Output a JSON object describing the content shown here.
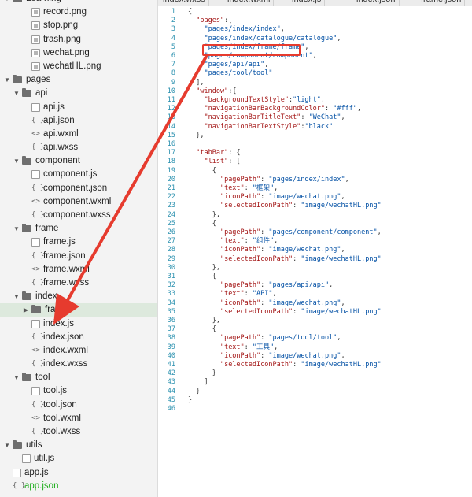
{
  "tabs": [
    "index.wxss",
    "index.wxml",
    "index.js",
    "index.json",
    "frame.json"
  ],
  "sidebar": {
    "items": [
      {
        "label": "Learning",
        "kind": "folder-root",
        "level": 0
      },
      {
        "label": "record.png",
        "kind": "image",
        "level": 2
      },
      {
        "label": "stop.png",
        "kind": "image",
        "level": 2
      },
      {
        "label": "trash.png",
        "kind": "image",
        "level": 2
      },
      {
        "label": "wechat.png",
        "kind": "image",
        "level": 2
      },
      {
        "label": "wechatHL.png",
        "kind": "image",
        "level": 2
      },
      {
        "label": "pages",
        "kind": "folder-open",
        "level": 0
      },
      {
        "label": "api",
        "kind": "folder-open",
        "level": 1
      },
      {
        "label": "api.js",
        "kind": "js",
        "level": 2
      },
      {
        "label": "api.json",
        "kind": "json",
        "level": 2
      },
      {
        "label": "api.wxml",
        "kind": "wxml",
        "level": 2
      },
      {
        "label": "api.wxss",
        "kind": "wxss",
        "level": 2
      },
      {
        "label": "component",
        "kind": "folder-open",
        "level": 1
      },
      {
        "label": "component.js",
        "kind": "js",
        "level": 2
      },
      {
        "label": "component.json",
        "kind": "json",
        "level": 2
      },
      {
        "label": "component.wxml",
        "kind": "wxml",
        "level": 2
      },
      {
        "label": "component.wxss",
        "kind": "wxss",
        "level": 2
      },
      {
        "label": "frame",
        "kind": "folder-open",
        "level": 1
      },
      {
        "label": "frame.js",
        "kind": "js",
        "level": 2
      },
      {
        "label": "frame.json",
        "kind": "json",
        "level": 2
      },
      {
        "label": "frame.wxml",
        "kind": "wxml",
        "level": 2
      },
      {
        "label": "frame.wxss",
        "kind": "wxss",
        "level": 2
      },
      {
        "label": "index",
        "kind": "folder-open",
        "level": 1
      },
      {
        "label": "frame",
        "kind": "folder-closed",
        "level": 2,
        "selected": true
      },
      {
        "label": "index.js",
        "kind": "js",
        "level": 2
      },
      {
        "label": "index.json",
        "kind": "json",
        "level": 2
      },
      {
        "label": "index.wxml",
        "kind": "wxml",
        "level": 2
      },
      {
        "label": "index.wxss",
        "kind": "wxss",
        "level": 2
      },
      {
        "label": "tool",
        "kind": "folder-open",
        "level": 1
      },
      {
        "label": "tool.js",
        "kind": "js",
        "level": 2
      },
      {
        "label": "tool.json",
        "kind": "json",
        "level": 2
      },
      {
        "label": "tool.wxml",
        "kind": "wxml",
        "level": 2
      },
      {
        "label": "tool.wxss",
        "kind": "wxss",
        "level": 2
      },
      {
        "label": "utils",
        "kind": "folder-open",
        "level": 0
      },
      {
        "label": "util.js",
        "kind": "js",
        "level": 1
      },
      {
        "label": "app.js",
        "kind": "js",
        "level": 0
      },
      {
        "label": "app.json",
        "kind": "json",
        "level": 0,
        "green": true
      }
    ]
  },
  "editor": {
    "highlighted_line": 5,
    "highlight_color": "#e63b2e",
    "lines": [
      "{",
      "  \"pages\":[",
      "    \"pages/index/index\",",
      "    \"pages/index/catalogue/catalogue\",",
      "    \"pages/index/frame/frame\",",
      "    \"pages/component/component\",",
      "    \"pages/api/api\",",
      "    \"pages/tool/tool\"",
      "  ],",
      "  \"window\":{",
      "    \"backgroundTextStyle\":\"light\",",
      "    \"navigationBarBackgroundColor\": \"#fff\",",
      "    \"navigationBarTitleText\": \"WeChat\",",
      "    \"navigationBarTextStyle\":\"black\"",
      "  },",
      "",
      "  \"tabBar\": {",
      "    \"list\": [",
      "      {",
      "        \"pagePath\": \"pages/index/index\",",
      "        \"text\": \"框架\",",
      "        \"iconPath\": \"image/wechat.png\",",
      "        \"selectedIconPath\": \"image/wechatHL.png\"",
      "      },",
      "      {",
      "        \"pagePath\": \"pages/component/component\",",
      "        \"text\": \"组件\",",
      "        \"iconPath\": \"image/wechat.png\",",
      "        \"selectedIconPath\": \"image/wechatHL.png\"",
      "      },",
      "      {",
      "        \"pagePath\": \"pages/api/api\",",
      "        \"text\": \"API\",",
      "        \"iconPath\": \"image/wechat.png\",",
      "        \"selectedIconPath\": \"image/wechatHL.png\"",
      "      },",
      "      {",
      "        \"pagePath\": \"pages/tool/tool\",",
      "        \"text\": \"工具\",",
      "        \"iconPath\": \"image/wechat.png\",",
      "        \"selectedIconPath\": \"image/wechatHL.png\"",
      "      }",
      "    ]",
      "  }",
      "}",
      ""
    ]
  },
  "annotation": {
    "arrow_color": "#e63b2e"
  }
}
